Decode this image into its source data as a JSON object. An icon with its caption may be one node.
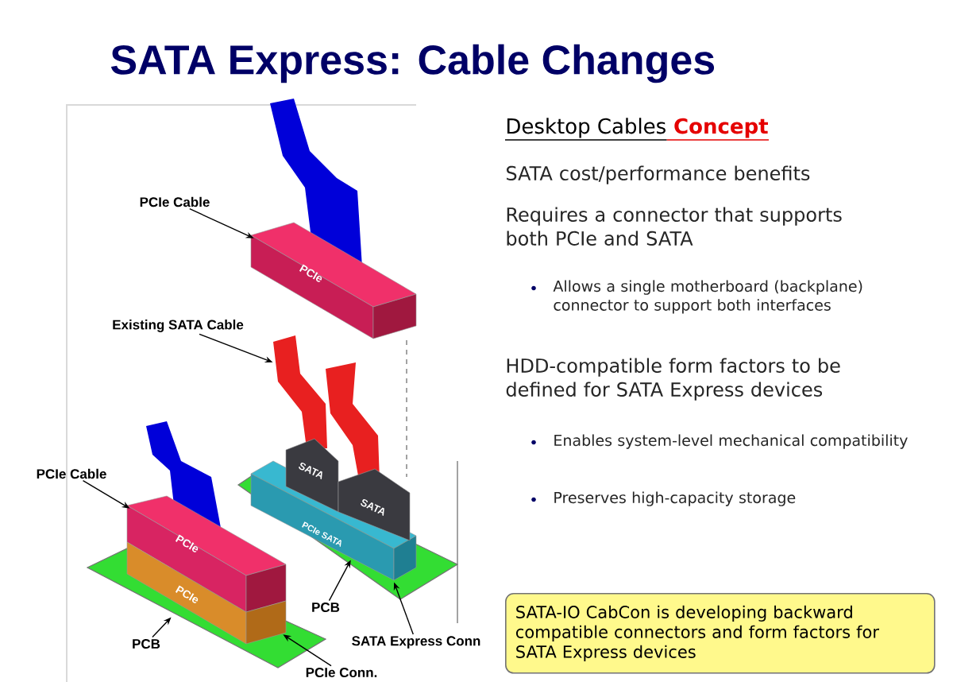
{
  "diagram": {
    "title": "SATA Express: Cable Changes",
    "nodes": [
      {
        "text": [
          "PCIe Cable"
        ]
      },
      {
        "text": [
          "PCIe"
        ]
      },
      {
        "text": [
          "Existing SATA Cable"
        ]
      },
      {
        "text": [],
        "shape": "picture"
      },
      {
        "text": [
          "PCIe Cable"
        ]
      },
      {
        "text": [],
        "shape": "box"
      },
      {
        "text": [
          "PCIe"
        ]
      },
      {
        "text": [
          "PCIe"
        ],
        "in": 5
      },
      {
        "text": [],
        "shape": "box"
      },
      {
        "text": [
          "PCIe SATA"
        ],
        "in": 8
      },
      {
        "text": [
          "SATA"
        ]
      },
      {
        "text": [
          "SATA"
        ]
      },
      {
        "text": [
          "PCB"
        ]
      },
      {
        "text": [
          "PCB"
        ]
      },
      {
        "text": [
          "SATA Express Conn"
        ]
      },
      {
        "text": [
          "PCIe Conn."
        ]
      },
      {
        "text": [
          "SATA-IO CabCon  is developing backward compatible connectors and form factors for SATA Express devices"
        ]
      }
    ],
    "edges": [
      {
        "from": 0,
        "to": 1,
        "arrow": "to"
      },
      {
        "from": 2,
        "to": 3,
        "arrow": "to"
      },
      {
        "from": 4,
        "to": 6,
        "arrow": "to"
      },
      {
        "from": 12,
        "to": 5,
        "arrow": "to"
      },
      {
        "from": 13,
        "to": 8,
        "arrow": "to"
      },
      {
        "from": 14,
        "to": 9,
        "arrow": "to"
      },
      {
        "from": 15,
        "to": 7,
        "arrow": "to"
      }
    ],
    "labels": [
      "Desktop Cables",
      "Concept",
      "SATA cost/performance benefits",
      "Requires a connector that supports both PCIe and SATA",
      "Allows a single motherboard (backplane) connector to support both interfaces",
      "HDD-compatible form factors to be defined for SATA Express devices",
      "Enables system-level mechanical compatibility",
      "Preserves high-capacity storage"
    ]
  }
}
